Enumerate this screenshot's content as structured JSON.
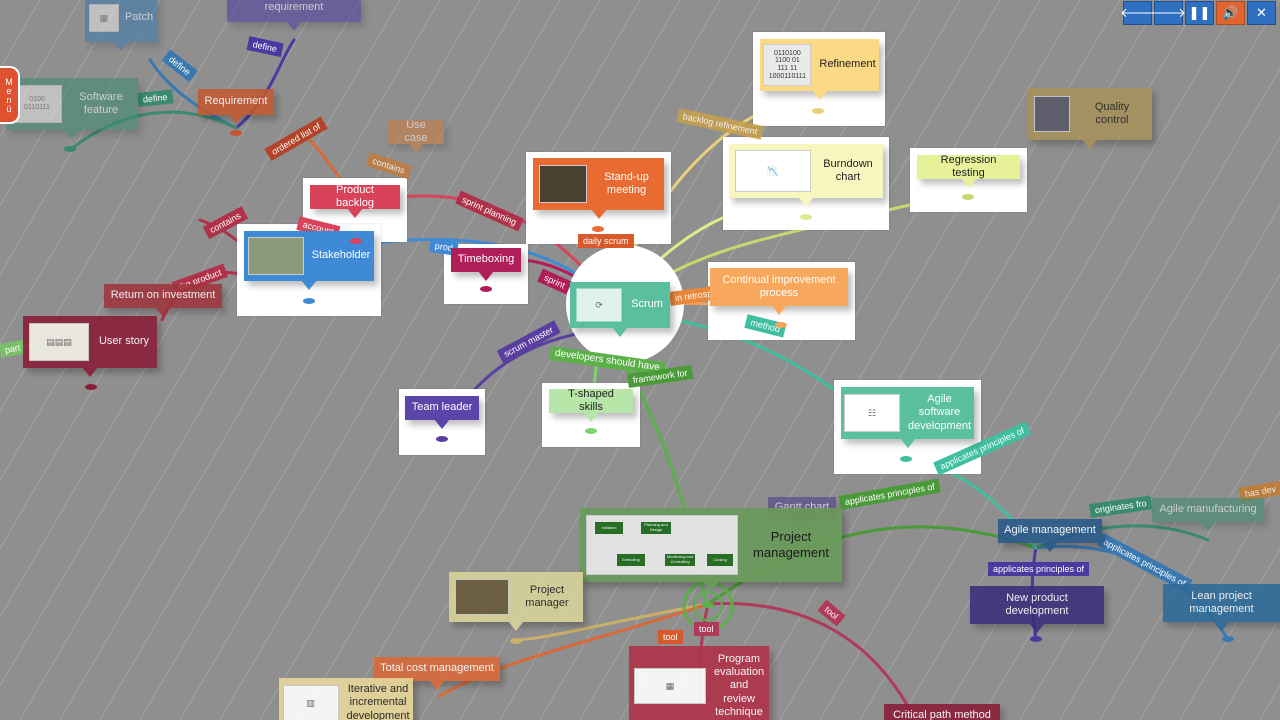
{
  "toolbar": {
    "menu_label": "Menü",
    "back_icon": "arrow-left-icon",
    "forward_icon": "arrow-right-icon",
    "pause_icon": "pause-icon",
    "sound_icon": "speaker-icon",
    "close_icon": "close-icon"
  },
  "nodes": {
    "patch": "Patch",
    "requirement_top": "requirement",
    "software_feature": "Software feature",
    "requirement": "Requirement",
    "use_case": "Use case",
    "product_backlog": "Product backlog",
    "stakeholder": "Stakeholder",
    "return_on_investment": "Return on investment",
    "user_story": "User story",
    "standup": "Stand-up meeting",
    "timeboxing": "Timeboxing",
    "scrum": "Scrum",
    "refinement": "Refinement",
    "refinement_thumb": "0110100\n1100 01\n111 11\n1000110111",
    "burndown": "Burndown chart",
    "regression": "Regression testing",
    "quality": "Quality control",
    "continual": "Continual improvement process",
    "team_leader": "Team leader",
    "tshaped": "T-shaped skills",
    "agile_dev": "Agile software development",
    "project_mgmt": "Project management",
    "project_manager": "Project manager",
    "gantt": "Gantt chart",
    "agile_mgmt": "Agile management",
    "agile_manufacturing": "Agile manufacturing",
    "new_product": "New product development",
    "lean_pm": "Lean project management",
    "total_cost": "Total cost management",
    "iterative": "Iterative and incremental development",
    "pert": "Program evaluation and review technique",
    "critical_path": "Critical path method",
    "software_feature_thumb": "0100\n0110111"
  },
  "edges": {
    "define1": "define",
    "define2": "define",
    "define3": "define",
    "ordered_list_of": "ordered list of",
    "contains1": "contains",
    "contains2": "contains",
    "account": "account",
    "the_product": "the product",
    "part_of": "part of",
    "sprint_planning": "sprint planning",
    "prod": "prod",
    "sprint": "sprint",
    "daily_scrum": "daily scrum",
    "backlog_refinement": "backlog refinement",
    "in_retro": "in retrosp",
    "method": "method",
    "scrum_master": "scrum master",
    "developers_should_have": "developers should have",
    "framework_for": "framework for",
    "applicates1": "applicates principles of",
    "applicates2": "applicates principles of",
    "applicates3": "applicates principles of",
    "applicates4": "applicates principles of",
    "originates_from": "originates fro",
    "has_dev": "has dev",
    "tool1": "tool",
    "tool2": "tool",
    "tool3": "tool"
  },
  "diagram": {
    "initiation": "Initiation",
    "planning": "Planning and Design",
    "executing": "Executing",
    "monitoring": "Monitoring and Controlling",
    "closing": "Closing"
  },
  "colors": {
    "background": "#8f8f8f",
    "scrum": "#5bbf9f",
    "accent_red": "#e0522f",
    "toolbar_blue": "#2f6fc0"
  }
}
